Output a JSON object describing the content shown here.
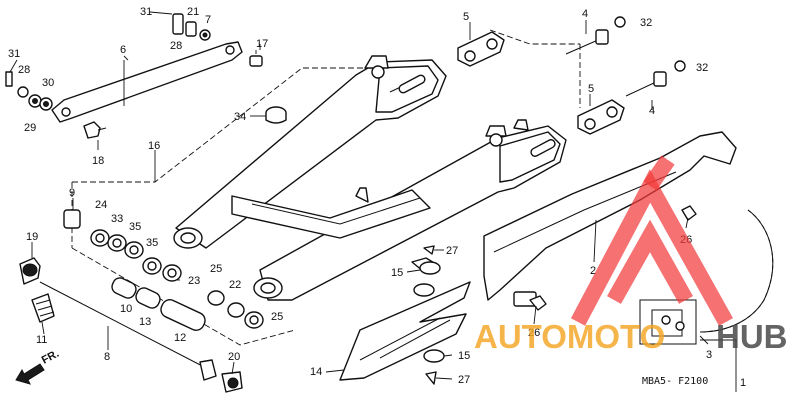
{
  "diagram": {
    "labels": [
      {
        "id": "l31a",
        "text": "31"
      },
      {
        "id": "l21",
        "text": "21"
      },
      {
        "id": "l7",
        "text": "7"
      },
      {
        "id": "l28a",
        "text": "28"
      },
      {
        "id": "l6",
        "text": "6"
      },
      {
        "id": "l17",
        "text": "17"
      },
      {
        "id": "l31b",
        "text": "31"
      },
      {
        "id": "l28b",
        "text": "28"
      },
      {
        "id": "l30",
        "text": "30"
      },
      {
        "id": "l29",
        "text": "29"
      },
      {
        "id": "l18",
        "text": "18"
      },
      {
        "id": "l5a",
        "text": "5"
      },
      {
        "id": "l4a",
        "text": "4"
      },
      {
        "id": "l32a",
        "text": "32"
      },
      {
        "id": "l32b",
        "text": "32"
      },
      {
        "id": "l5b",
        "text": "5"
      },
      {
        "id": "l4b",
        "text": "4"
      },
      {
        "id": "l34",
        "text": "34"
      },
      {
        "id": "l16",
        "text": "16"
      },
      {
        "id": "l9",
        "text": "9"
      },
      {
        "id": "l24",
        "text": "24"
      },
      {
        "id": "l33",
        "text": "33"
      },
      {
        "id": "l35a",
        "text": "35"
      },
      {
        "id": "l35b",
        "text": "35"
      },
      {
        "id": "l19",
        "text": "19"
      },
      {
        "id": "l23",
        "text": "23"
      },
      {
        "id": "l25a",
        "text": "25"
      },
      {
        "id": "l22",
        "text": "22"
      },
      {
        "id": "l10",
        "text": "10"
      },
      {
        "id": "l12",
        "text": "12"
      },
      {
        "id": "l13",
        "text": "13"
      },
      {
        "id": "l25b",
        "text": "25"
      },
      {
        "id": "l11",
        "text": "11"
      },
      {
        "id": "l8",
        "text": "8"
      },
      {
        "id": "l20",
        "text": "20"
      },
      {
        "id": "l27a",
        "text": "27"
      },
      {
        "id": "l15a",
        "text": "15"
      },
      {
        "id": "l2",
        "text": "2"
      },
      {
        "id": "l26a",
        "text": "26"
      },
      {
        "id": "l26b",
        "text": "26"
      },
      {
        "id": "l14",
        "text": "14"
      },
      {
        "id": "l15b",
        "text": "15"
      },
      {
        "id": "l27b",
        "text": "27"
      },
      {
        "id": "l3",
        "text": "3"
      },
      {
        "id": "l1",
        "text": "1"
      }
    ],
    "fr_marker": "FR.",
    "drawing_code": "MBA5- F2100"
  },
  "watermark": {
    "brand_part_1": "AUTOMOTO",
    "brand_part_2": "HUB",
    "colors": {
      "triangle": "#f23a3a",
      "text_orange": "#f5a623",
      "text_dark": "#4a4a4a"
    }
  }
}
